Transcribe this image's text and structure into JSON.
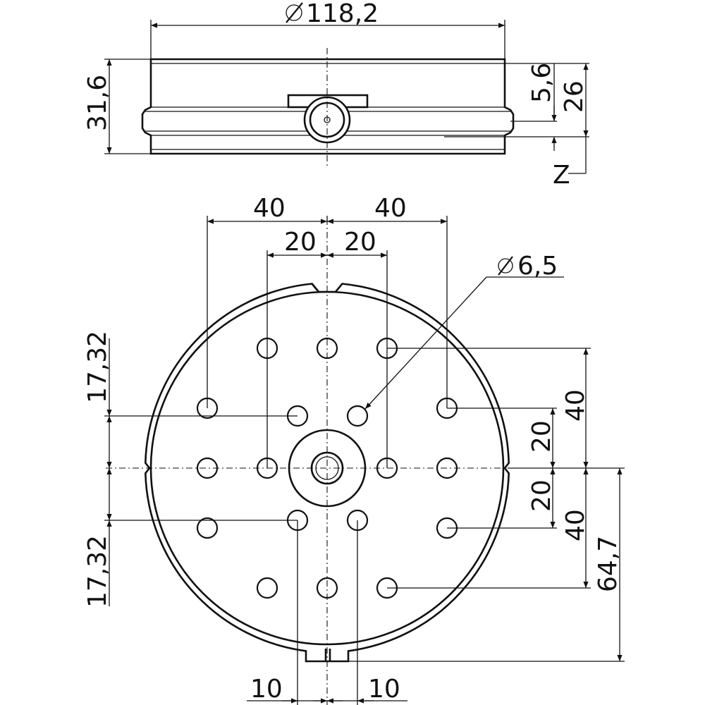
{
  "side_view": {
    "diameter": "118,2",
    "height": "31,6",
    "groove": "5,6",
    "depth": "26",
    "datum": "Z"
  },
  "top_view": {
    "top_pitch_left": "40",
    "top_pitch_right": "40",
    "inner_pitch_left": "20",
    "inner_pitch_right": "20",
    "hole_diameter": "6,5",
    "left_upper": "17,32",
    "left_lower": "17,32",
    "right_upper_40": "40",
    "right_upper_20": "20",
    "right_lower_20": "20",
    "right_lower_40": "40",
    "right_overall": "64,7",
    "bottom_left": "10",
    "bottom_right": "10"
  }
}
